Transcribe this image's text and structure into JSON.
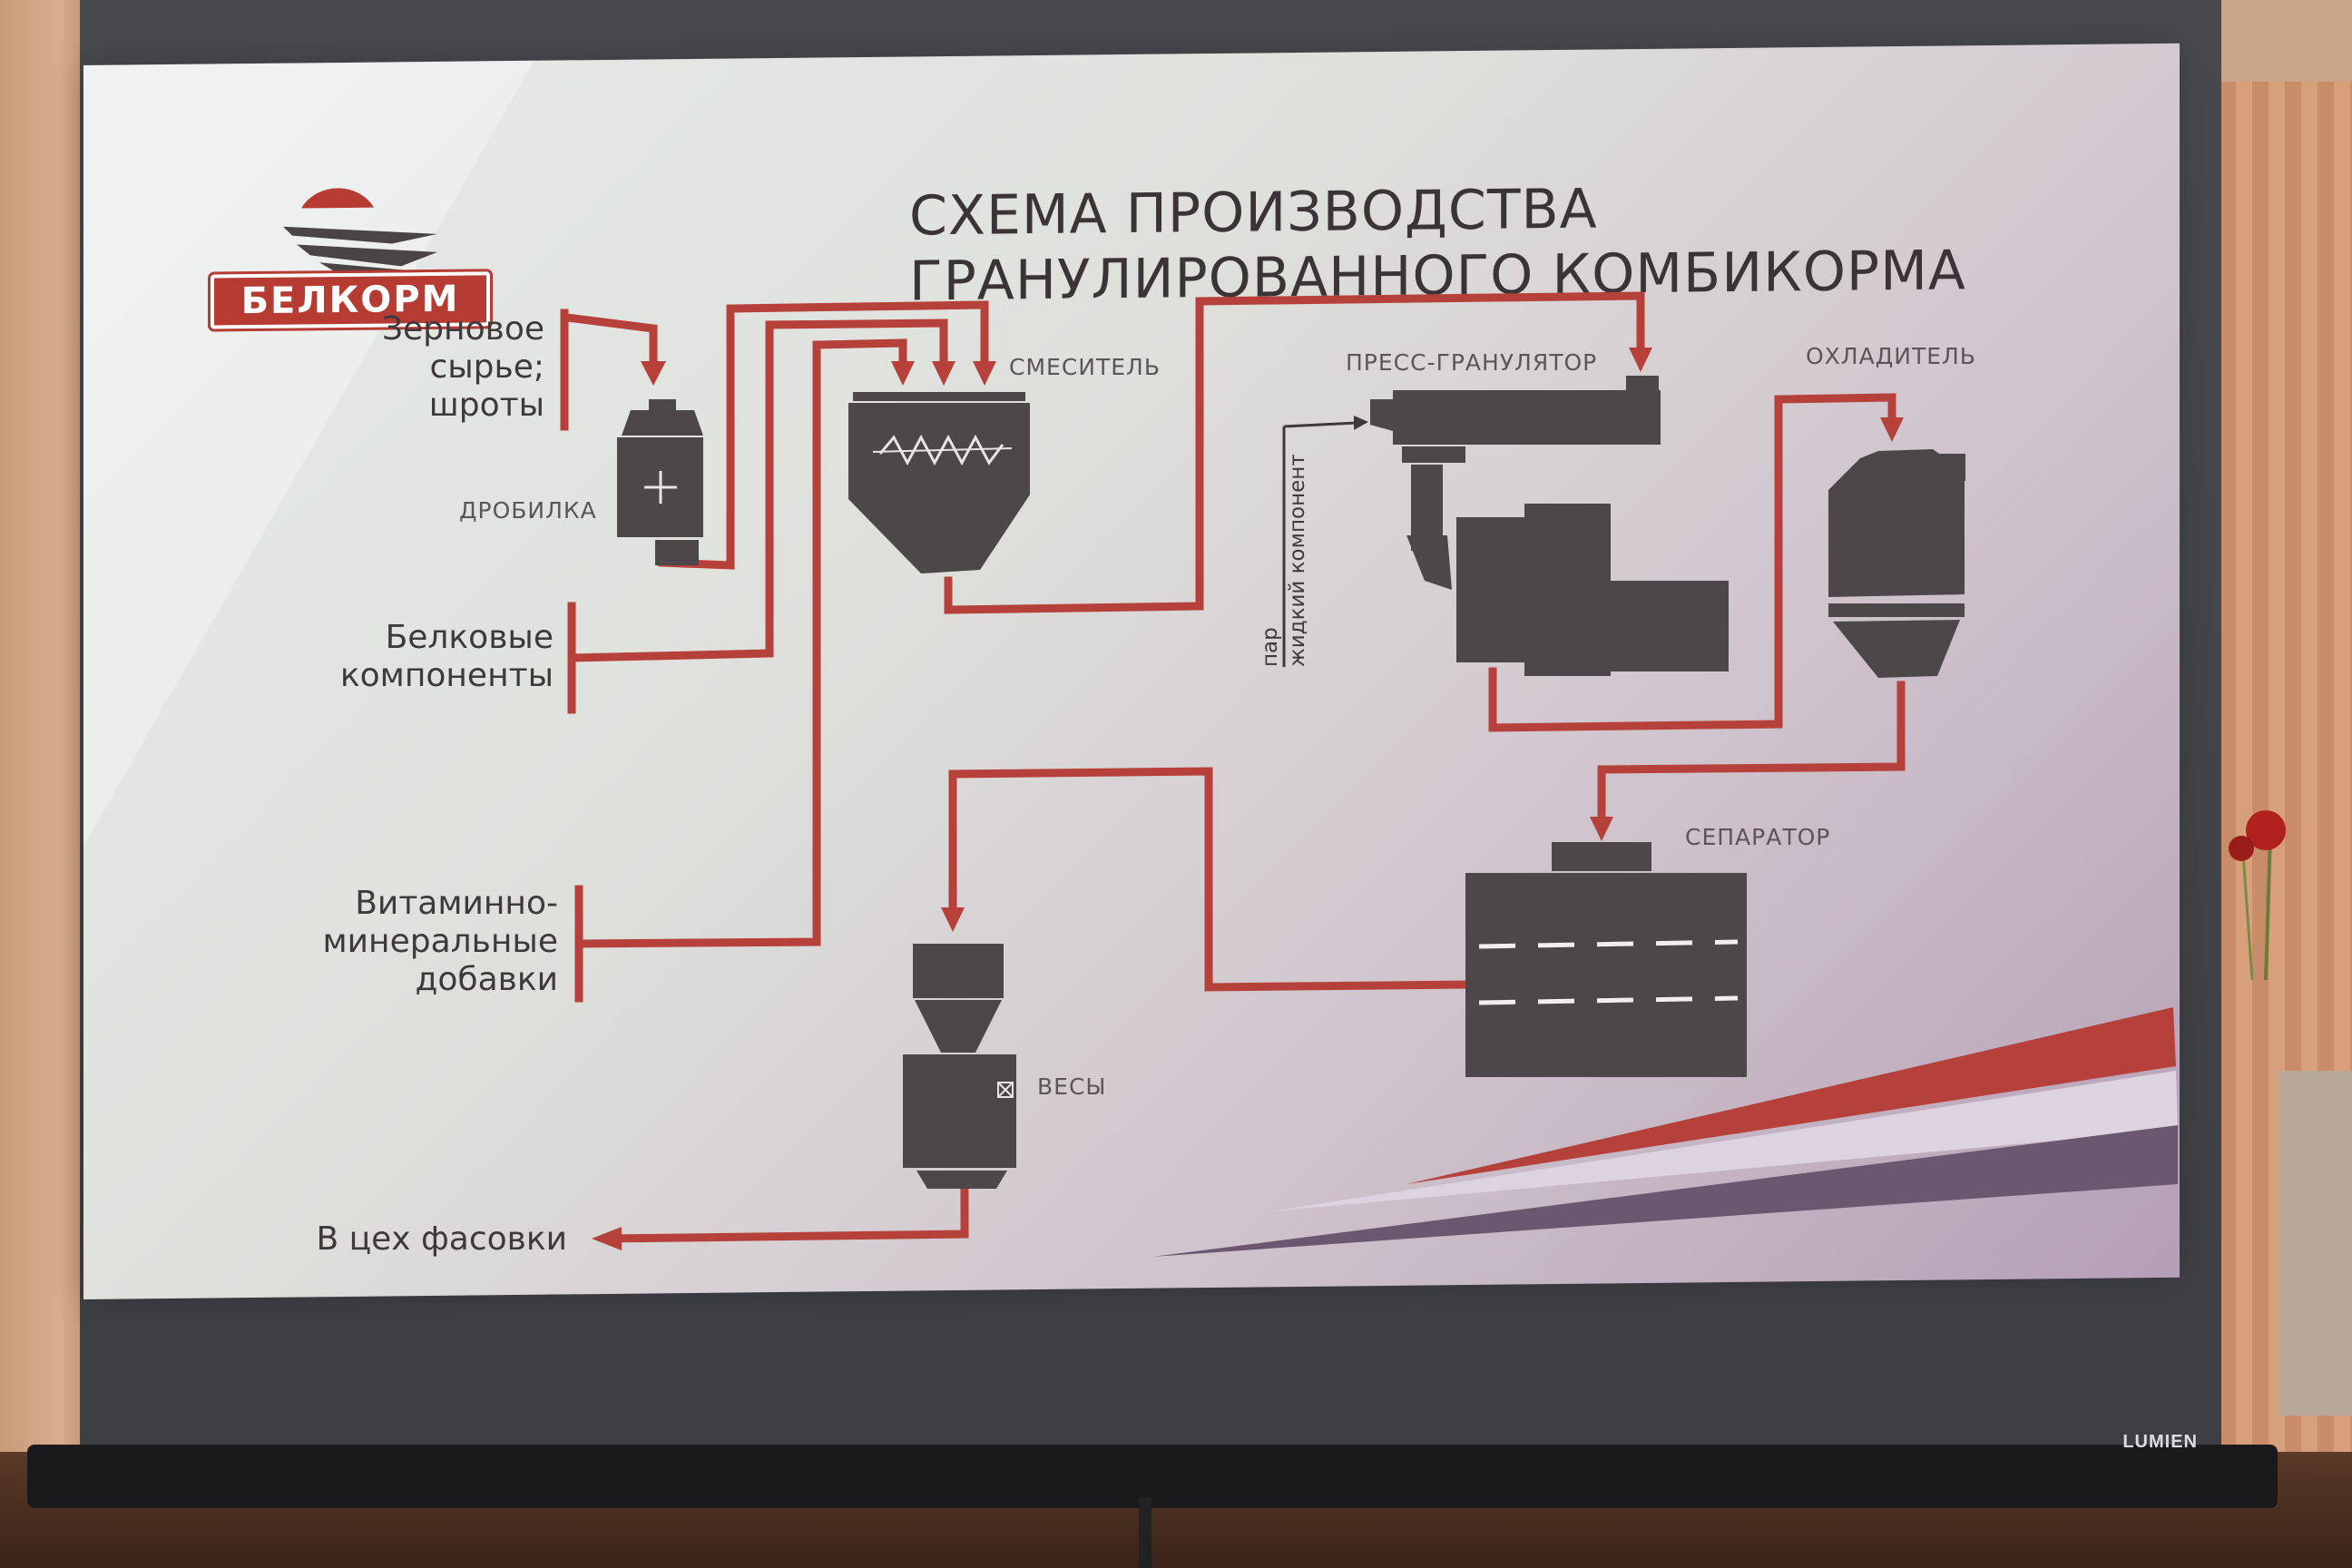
{
  "slide": {
    "brand": "БЕЛКОРМ",
    "title_line1": "СХЕМА ПРОИЗВОДСТВА",
    "title_line2": "ГРАНУЛИРОВАННОГО КОМБИКОРМА"
  },
  "inputs": {
    "grain": [
      "Зерновое",
      "сырье;",
      "шроты"
    ],
    "protein": [
      "Белковые",
      "компоненты"
    ],
    "vitamin": [
      "Витаминно-",
      "минеральные",
      "добавки"
    ],
    "output": "В цех фасовки"
  },
  "equipment": {
    "crusher": "ДРОБИЛКА",
    "mixer": "СМЕСИТЕЛЬ",
    "press": "ПРЕСС-ГРАНУЛЯТОР",
    "cooler": "ОХЛАДИТЕЛЬ",
    "separator": "СЕПАРАТОР",
    "scales": "ВЕСЫ"
  },
  "press_inputs": [
    "пар",
    "жидкий компонент"
  ],
  "screen_brand": "LUMIEN",
  "colors": {
    "flow_line": "#b5413a",
    "machine": "#4c4849",
    "brand_red": "#b53b33"
  }
}
